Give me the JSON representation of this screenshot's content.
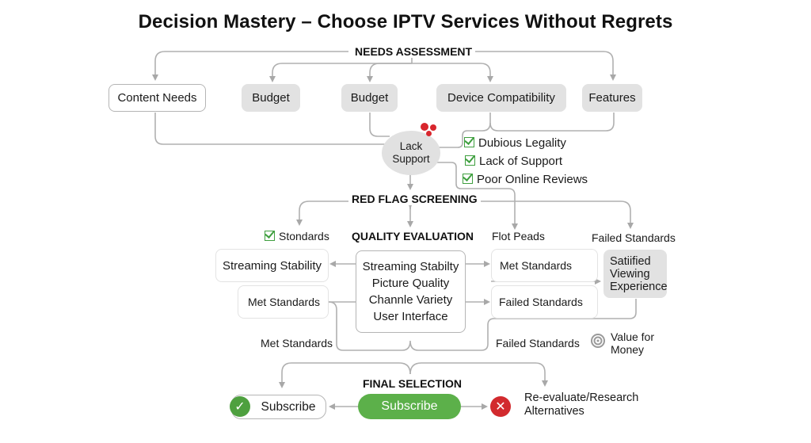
{
  "title": "Decision Mastery – Choose IPTV Services Without Regrets",
  "needs_assessment": {
    "heading": "NEEDS ASSESSMENT",
    "items": [
      {
        "label": "Content Needs",
        "style": "outline"
      },
      {
        "label": "Budget",
        "style": "filled"
      },
      {
        "label": "Budget",
        "style": "filled"
      },
      {
        "label": "Device Compatibility",
        "style": "filled"
      },
      {
        "label": "Features",
        "style": "filled"
      }
    ]
  },
  "red_flags": {
    "cloud_label_line1": "Lack",
    "cloud_label_line2": "Support",
    "checklist": [
      "Dubious Legality",
      "Lack of Support",
      "Poor Online Reviews"
    ],
    "heading": "RED FLAG SCREENING"
  },
  "quality_evaluation": {
    "heading": "QUALITY EVALUATION",
    "left_top_label": "Stondards",
    "criteria": [
      "Streaming Stabilty",
      "Picture Quality",
      "Channle Variety",
      "User Interface"
    ],
    "left_outputs": [
      "Streaming Stability",
      "Met Standards",
      "Met Standards"
    ],
    "right_top_labels": [
      "Flot Peads",
      "Failed Standards"
    ],
    "right_outputs": [
      "Met Standards",
      "Failed Standards",
      "Failed Standards"
    ],
    "result_box": {
      "line1": "Satiified",
      "line2": "Viewing",
      "line3": "Experience"
    },
    "value_note": {
      "line1": "Value for",
      "line2": "Money",
      "icon": "target-icon"
    }
  },
  "final_selection": {
    "heading": "FINAL SELECTION",
    "left_option": {
      "label": "Subscribe",
      "icon": "check-circle-icon",
      "color": "#4ea03f"
    },
    "center_button": {
      "label": "Subscribe",
      "color": "#5cb04a"
    },
    "right_option": {
      "line1": "Re-evaluate/Research",
      "line2": "Alternatives",
      "icon": "x-circle-icon",
      "color": "#d22a2e"
    }
  },
  "colors": {
    "connector": "#a8a8a8",
    "filled_node": "#e2e2e2",
    "check_green": "#3f9f3f"
  }
}
